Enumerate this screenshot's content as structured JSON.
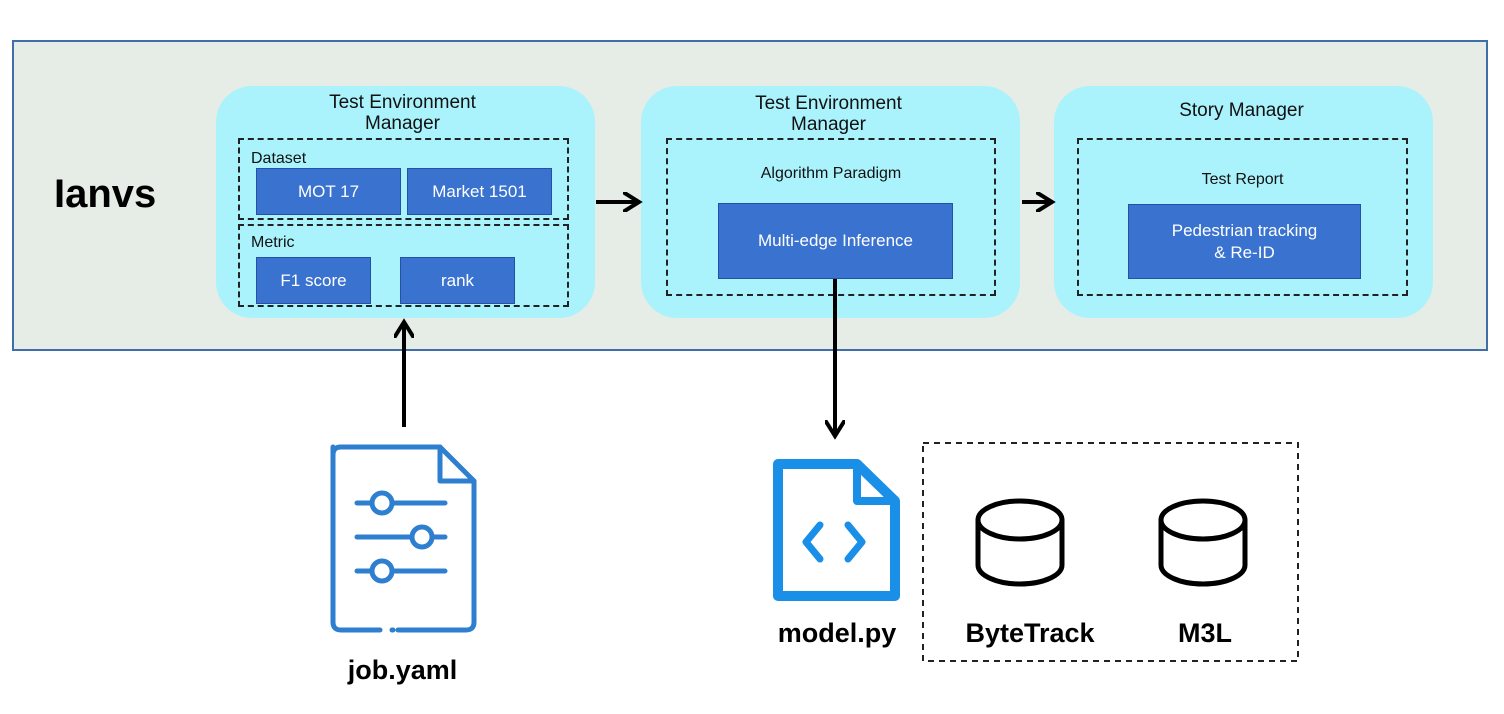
{
  "title": "Ianvs",
  "panels": {
    "left": {
      "title": "Test Environment Manager",
      "dataset_label": "Dataset",
      "datasets": [
        "MOT 17",
        "Market 1501"
      ],
      "metric_label": "Metric",
      "metrics": [
        "F1 score",
        "rank"
      ]
    },
    "middle": {
      "title": "Test Environment Manager",
      "paradigm_label": "Algorithm Paradigm",
      "paradigm": "Multi-edge Inference"
    },
    "right": {
      "title": "Story Manager",
      "report_label": "Test Report",
      "report": "Pedestrian tracking\n& Re-ID"
    }
  },
  "files": {
    "job": "job.yaml",
    "model": "model.py"
  },
  "algorithms": [
    "ByteTrack",
    "M3L"
  ],
  "colors": {
    "frame_bg": "#e6ece6",
    "frame_border": "#3f6ea8",
    "panel_bg": "#aaf3fc",
    "box_bg": "#3a72d0",
    "job_icon": "#2f7fd0",
    "model_icon": "#1a8fe8"
  },
  "icons": [
    "job-config-file-icon",
    "code-file-icon",
    "database-icon"
  ]
}
